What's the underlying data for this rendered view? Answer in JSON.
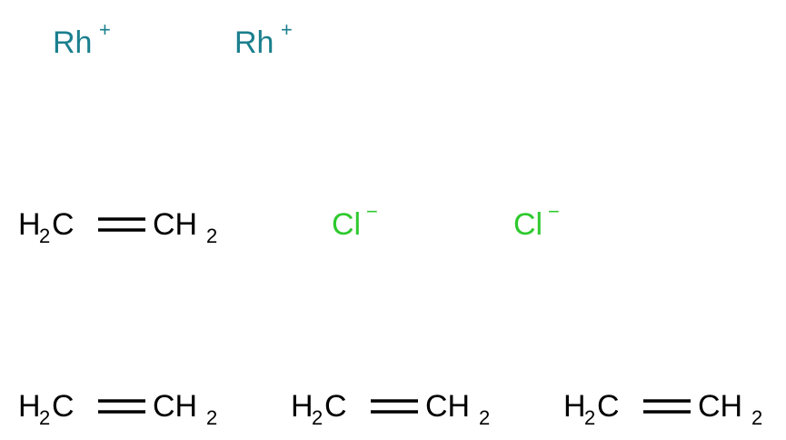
{
  "colors": {
    "carbon": "#000000",
    "rhodium": "#1a7f8e",
    "chlorine": "#2ec92e"
  },
  "rhodium_ions": [
    {
      "symbol": "Rh",
      "charge": "+"
    },
    {
      "symbol": "Rh",
      "charge": "+"
    }
  ],
  "chloride_ions": [
    {
      "symbol": "Cl",
      "charge": "−"
    },
    {
      "symbol": "Cl",
      "charge": "−"
    }
  ],
  "ethylene_molecules": [
    {
      "left": {
        "element": "H",
        "count": "2",
        "atom": "C"
      },
      "right": {
        "atom": "CH",
        "count": "2"
      }
    },
    {
      "left": {
        "element": "H",
        "count": "2",
        "atom": "C"
      },
      "right": {
        "atom": "CH",
        "count": "2"
      }
    },
    {
      "left": {
        "element": "H",
        "count": "2",
        "atom": "C"
      },
      "right": {
        "atom": "CH",
        "count": "2"
      }
    },
    {
      "left": {
        "element": "H",
        "count": "2",
        "atom": "C"
      },
      "right": {
        "atom": "CH",
        "count": "2"
      }
    }
  ]
}
